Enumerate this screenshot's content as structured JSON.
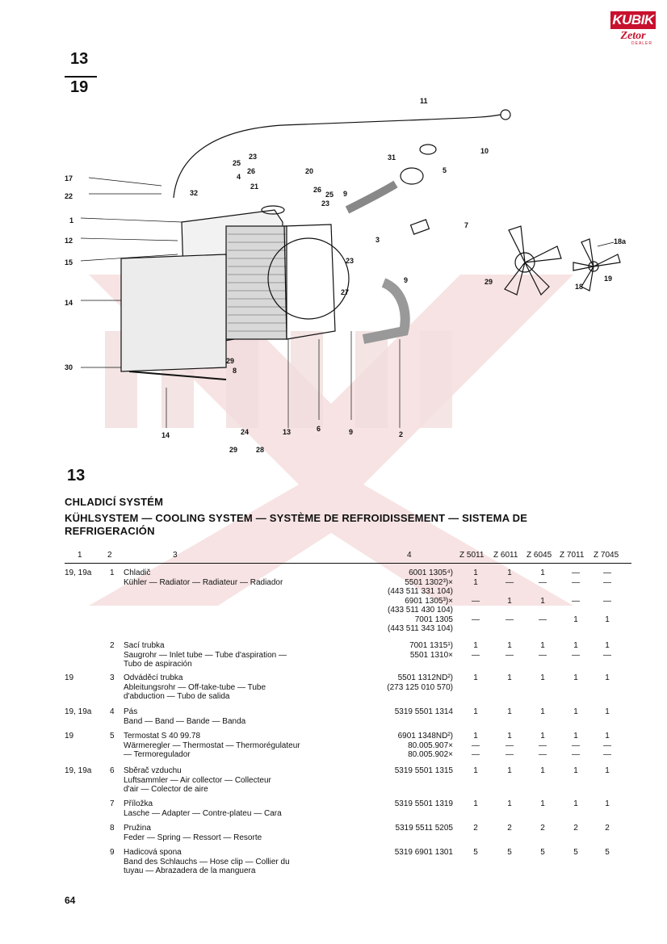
{
  "header": {
    "section_top": "13",
    "section_bottom": "19",
    "logo_top": "KUBIK",
    "logo_bottom": "Zetor",
    "logo_dealer": "DEALER"
  },
  "diagram": {
    "callouts": [
      "11",
      "10",
      "31",
      "5",
      "23",
      "25",
      "26",
      "20",
      "4",
      "17",
      "22",
      "32",
      "21",
      "26",
      "25",
      "23",
      "9",
      "1",
      "3",
      "7",
      "12",
      "15",
      "18a",
      "23",
      "19",
      "29",
      "27",
      "9",
      "18",
      "14",
      "30",
      "29",
      "8",
      "24",
      "29",
      "28",
      "13",
      "6",
      "9",
      "2",
      "14"
    ]
  },
  "section": {
    "number": "13",
    "title_cz": "CHLADICÍ SYSTÉM",
    "title_line2": "KÜHLSYSTEM — COOLING SYSTEM — SYSTÈME DE REFROIDISSEMENT — SISTEMA DE",
    "title_line3": "REFRIGERACIÓN"
  },
  "table": {
    "headers": [
      "1",
      "2",
      "3",
      "4",
      "Z 5011",
      "Z 6011",
      "Z 6045",
      "Z 7011",
      "Z 7045"
    ],
    "rows": [
      {
        "c1": "19, 19a",
        "c2": "1",
        "desc": [
          "Chladič",
          "Kühler — Radiator — Radiateur — Radiador"
        ],
        "parts": [
          "6001 1305⁴)",
          "5501 1302³)×",
          "(443 511 331 104)",
          "6901 1305³)×",
          "(433 511 430 104)",
          "7001 1305",
          "(443 511 343 104)"
        ],
        "qty": [
          [
            "1",
            "1",
            "1",
            "—",
            "—"
          ],
          [
            "1",
            "—",
            "—",
            "—",
            "—"
          ],
          [
            "",
            "",
            "",
            "",
            ""
          ],
          [
            "—",
            "1",
            "1",
            "—",
            "—"
          ],
          [
            "",
            "",
            "",
            "",
            ""
          ],
          [
            "—",
            "—",
            "—",
            "1",
            "1"
          ],
          [
            "",
            "",
            "",
            "",
            ""
          ]
        ]
      },
      {
        "c1": "",
        "c2": "2",
        "desc": [
          "Sací trubka",
          "Saugrohr — Inlet tube — Tube d'aspiration —",
          "Tubo de aspiración"
        ],
        "parts": [
          "7001 1315¹)",
          "5501 1310×"
        ],
        "qty": [
          [
            "1",
            "1",
            "1",
            "1",
            "1"
          ],
          [
            "—",
            "—",
            "—",
            "—",
            "—"
          ]
        ]
      },
      {
        "c1": "19",
        "c2": "3",
        "desc": [
          "Odváděcí trubka",
          "Ableitungsrohr — Off-take-tube — Tube",
          "d'abduction — Tubo de salida"
        ],
        "parts": [
          "5501 1312ND²)",
          "(273 125 010 570)"
        ],
        "qty": [
          [
            "1",
            "1",
            "1",
            "1",
            "1"
          ],
          [
            "",
            "",
            "",
            "",
            ""
          ]
        ]
      },
      {
        "c1": "19, 19a",
        "c2": "4",
        "desc": [
          "Pás",
          "Band — Band — Bande — Banda"
        ],
        "parts": [
          "5319 5501 1314"
        ],
        "qty": [
          [
            "1",
            "1",
            "1",
            "1",
            "1"
          ]
        ]
      },
      {
        "c1": "19",
        "c2": "5",
        "desc": [
          "Termostat S 40 99.78",
          "Wärmeregler — Thermostat — Thermorégulateur",
          "— Termoregulador"
        ],
        "parts": [
          "6901 1348ND²)",
          "80.005.907×",
          "80.005.902×"
        ],
        "qty": [
          [
            "1",
            "1",
            "1",
            "1",
            "1"
          ],
          [
            "—",
            "—",
            "—",
            "—",
            "—"
          ],
          [
            "—",
            "—",
            "—",
            "—",
            "—"
          ]
        ]
      },
      {
        "c1": "19, 19a",
        "c2": "6",
        "desc": [
          "Sběrač vzduchu",
          "Luftsammler — Air collector — Collecteur",
          "d'air — Colector de aire"
        ],
        "parts": [
          "5319 5501 1315"
        ],
        "qty": [
          [
            "1",
            "1",
            "1",
            "1",
            "1"
          ]
        ]
      },
      {
        "c1": "",
        "c2": "7",
        "desc": [
          "Příložka",
          "Lasche — Adapter — Contre-plateu — Cara"
        ],
        "parts": [
          "5319 5501 1319"
        ],
        "qty": [
          [
            "1",
            "1",
            "1",
            "1",
            "1"
          ]
        ]
      },
      {
        "c1": "",
        "c2": "8",
        "desc": [
          "Pružina",
          "Feder — Spring — Ressort — Resorte"
        ],
        "parts": [
          "5319 5511 5205"
        ],
        "qty": [
          [
            "2",
            "2",
            "2",
            "2",
            "2"
          ]
        ]
      },
      {
        "c1": "",
        "c2": "9",
        "desc": [
          "Hadicová spona",
          "Band des Schlauchs — Hose clip — Collier du",
          "tuyau — Abrazadera de la manguera"
        ],
        "parts": [
          "5319 6901 1301"
        ],
        "qty": [
          [
            "5",
            "5",
            "5",
            "5",
            "5"
          ]
        ]
      }
    ]
  },
  "footer": {
    "page": "64"
  },
  "colors": {
    "logo_red": "#c8102e",
    "watermark": "#f7dede"
  }
}
